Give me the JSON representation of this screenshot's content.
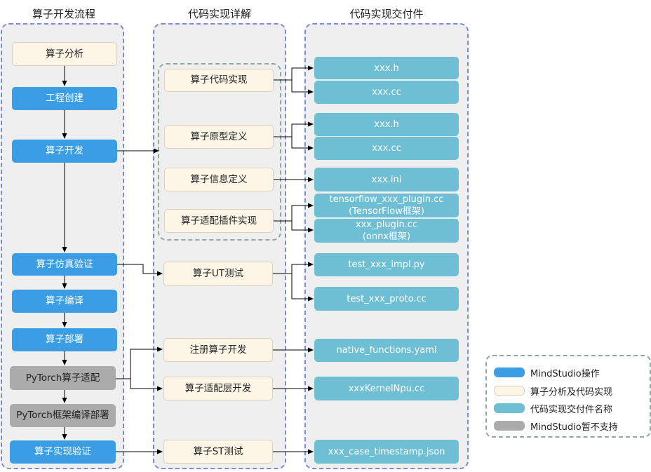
{
  "columns": {
    "flow_title": "算子开发流程",
    "detail_title": "代码实现详解",
    "deliverable_title": "代码实现交付件"
  },
  "flow": [
    {
      "label": "算子分析",
      "kind": "cream"
    },
    {
      "label": "工程创建",
      "kind": "blue"
    },
    {
      "label": "算子开发",
      "kind": "blue"
    },
    {
      "label": "算子仿真验证",
      "kind": "blue"
    },
    {
      "label": "算子编译",
      "kind": "blue"
    },
    {
      "label": "算子部署",
      "kind": "blue"
    },
    {
      "label": "PyTorch算子适配",
      "kind": "gray"
    },
    {
      "label": "PyTorch框架编译部署",
      "kind": "gray"
    },
    {
      "label": "算子实现验证",
      "kind": "blue"
    }
  ],
  "details": [
    "算子代码实现",
    "算子原型定义",
    "算子信息定义",
    "算子适配插件实现",
    "算子UT测试",
    "注册算子开发",
    "算子适配层开发",
    "算子ST测试"
  ],
  "deliverables": [
    {
      "line1": "xxx.h"
    },
    {
      "line1": "xxx.cc"
    },
    {
      "line1": "xxx.h"
    },
    {
      "line1": "xxx.cc"
    },
    {
      "line1": "xxx.ini"
    },
    {
      "line1": "tensorflow_xxx_plugin.cc",
      "line2": "(TensorFlow框架)"
    },
    {
      "line1": "xxx_plugin.cc",
      "line2": "(onnx框架)"
    },
    {
      "line1": "test_xxx_impl.py"
    },
    {
      "line1": "test_xxx_proto.cc"
    },
    {
      "line1": "native_functions.yaml"
    },
    {
      "line1": "xxxKernelNpu.cc"
    },
    {
      "line1": "xxx_case_timestamp.json"
    }
  ],
  "legend": [
    {
      "label": "MindStudio操作",
      "color": "#3b9de3"
    },
    {
      "label": "算子分析及代码实现",
      "color": "#fdf6e6"
    },
    {
      "label": "代码实现交付件名称",
      "color": "#6fbfd4"
    },
    {
      "label": "MindStudio暂不支持",
      "color": "#ababab"
    }
  ]
}
